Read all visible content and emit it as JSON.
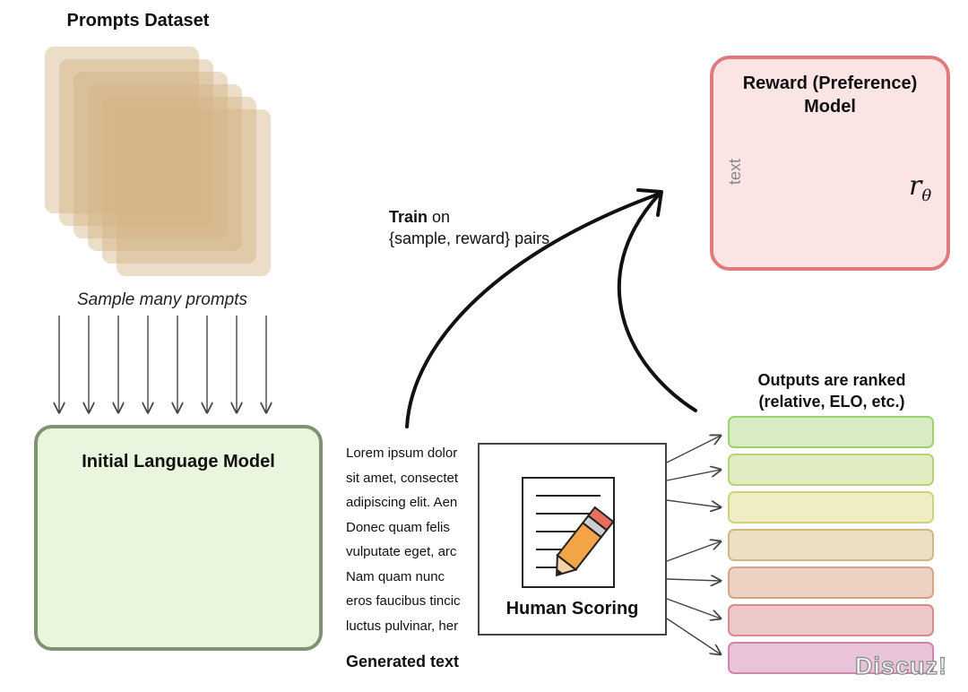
{
  "prompts_dataset": {
    "title": "Prompts Dataset"
  },
  "sample_label": "Sample many prompts",
  "language_model": {
    "title": "Initial Language Model"
  },
  "reward_model": {
    "title_line1": "Reward (Preference)",
    "title_line2": "Model",
    "input_label": "text",
    "output_symbol": "r",
    "output_subscript": "θ"
  },
  "train": {
    "bold": "Train",
    "rest": " on",
    "line2": "{sample, reward} pairs"
  },
  "generated": {
    "lines": [
      "Lorem ipsum dolor",
      "sit amet, consectet",
      "adipiscing elit. Aen",
      "Donec quam felis",
      "vulputate eget, arc",
      "Nam quam nunc",
      "eros faucibus tincic",
      "luctus pulvinar, her"
    ],
    "label": "Generated text"
  },
  "human_scoring": {
    "label": "Human Scoring"
  },
  "outputs": {
    "title_line1": "Outputs are ranked",
    "title_line2": "(relative, ELO, etc.)",
    "bars": [
      {
        "fill": "#d8ecc4",
        "stroke": "#9ccf6e"
      },
      {
        "fill": "#e1edc1",
        "stroke": "#b3d27a"
      },
      {
        "fill": "#eeeec2",
        "stroke": "#cfd27a"
      },
      {
        "fill": "#ece0c4",
        "stroke": "#cdb883"
      },
      {
        "fill": "#ecd2c3",
        "stroke": "#d7a386"
      },
      {
        "fill": "#ecc8c8",
        "stroke": "#d98b8b"
      },
      {
        "fill": "#e9c3d8",
        "stroke": "#d283b0"
      }
    ]
  },
  "watermark": "Discuz!",
  "colors": {
    "lm_node": "#a8d48a",
    "lm_input": "#8fa9dc",
    "lm_output": "#f0d27a",
    "rm_node": "#dd8f8f",
    "sheet": "#d2b386"
  }
}
